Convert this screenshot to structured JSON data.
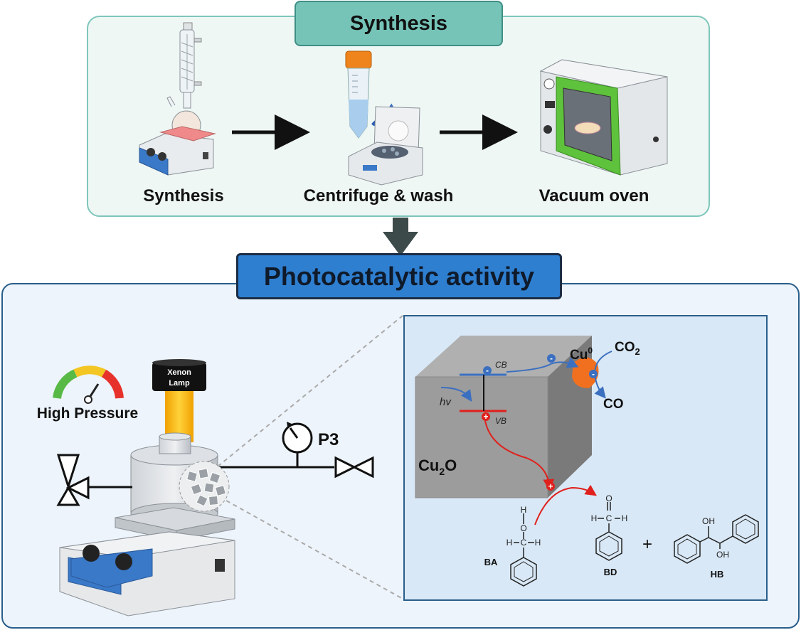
{
  "synthesis_panel": {
    "title": "Synthesis",
    "steps": [
      {
        "label": "Synthesis",
        "icon": "hotplate-flask-icon"
      },
      {
        "label": "Centrifuge & wash",
        "icon": "centrifuge-icon"
      },
      {
        "label": "Vacuum oven",
        "icon": "vacuum-oven-icon"
      }
    ]
  },
  "activity_panel": {
    "title": "Photocatalytic activity",
    "lamp_label_line1": "Xenon",
    "lamp_label_line2": "Lamp",
    "pressure_label": "High Pressure",
    "gauge_label": "P3"
  },
  "mechanism": {
    "cb": "CB",
    "vb": "VB",
    "hv": "hv",
    "cu0": "Cu",
    "cu0_sup": "0",
    "co2": "CO",
    "co2_sub": "2",
    "co": "CO",
    "cu2o": "Cu",
    "cu2o_sub": "2",
    "cu2o_tail": "O",
    "minus": "-",
    "plus": "+",
    "ba": "BA",
    "bd": "BD",
    "hb": "HB",
    "plus_sign": "+",
    "atom_h": "H",
    "atom_o": "O",
    "atom_c": "C",
    "atom_oh": "OH"
  },
  "colors": {
    "top_border": "#7ec6bb",
    "title_top": "#76c4b8",
    "title_bottom": "#2f7fd0",
    "cube": "#9a9a9a",
    "electron": "#3b6fc0",
    "hole": "#e0201c",
    "copper": "#f07020",
    "lamp_light": "#f5b800"
  }
}
